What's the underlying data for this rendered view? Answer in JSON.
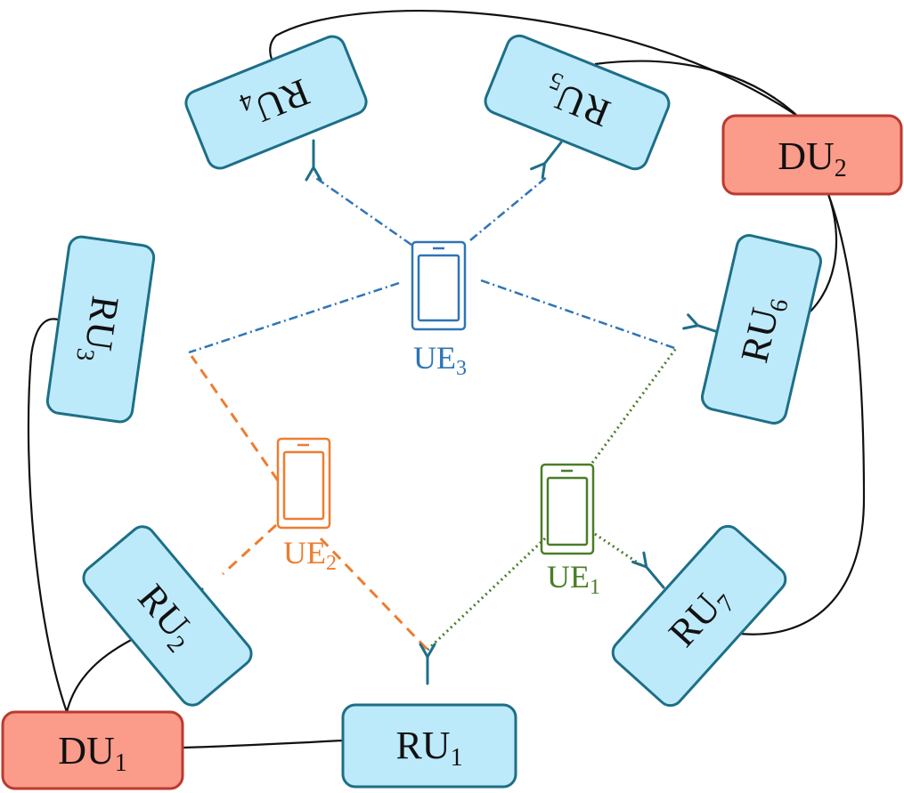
{
  "nodes": {
    "du1": {
      "main": "DU",
      "sub": "1",
      "color": "#fb9b8a"
    },
    "du2": {
      "main": "DU",
      "sub": "2",
      "color": "#fb9b8a"
    },
    "ru1": {
      "main": "RU",
      "sub": "1",
      "color": "#bdeafa"
    },
    "ru2": {
      "main": "RU",
      "sub": "2",
      "color": "#bdeafa"
    },
    "ru3": {
      "main": "RU",
      "sub": "3",
      "color": "#bdeafa"
    },
    "ru4": {
      "main": "RU",
      "sub": "4",
      "color": "#bdeafa"
    },
    "ru5": {
      "main": "RU",
      "sub": "5",
      "color": "#bdeafa"
    },
    "ru6": {
      "main": "RU",
      "sub": "6",
      "color": "#bdeafa"
    },
    "ru7": {
      "main": "RU",
      "sub": "7",
      "color": "#bdeafa"
    }
  },
  "ues": {
    "ue1": {
      "main": "UE",
      "sub": "1",
      "color": "#4a7d28",
      "icon": "smartphone-icon"
    },
    "ue2": {
      "main": "UE",
      "sub": "2",
      "color": "#ed7d31",
      "icon": "smartphone-icon"
    },
    "ue3": {
      "main": "UE",
      "sub": "3",
      "color": "#2e75b6",
      "icon": "smartphone-icon"
    }
  },
  "icons": {
    "antenna": "antenna-icon",
    "phone": "smartphone-icon"
  },
  "fronthaul": [
    [
      "du1",
      "ru1"
    ],
    [
      "du1",
      "ru2"
    ],
    [
      "du1",
      "ru3"
    ],
    [
      "du2",
      "ru4"
    ],
    [
      "du2",
      "ru5"
    ],
    [
      "du2",
      "ru6"
    ],
    [
      "du2",
      "ru7"
    ]
  ],
  "radio_links": {
    "ue1": [
      "ru1",
      "ru6",
      "ru7"
    ],
    "ue2": [
      "ru1",
      "ru2",
      "ru3"
    ],
    "ue3": [
      "ru3",
      "ru4",
      "ru5",
      "ru6"
    ]
  }
}
